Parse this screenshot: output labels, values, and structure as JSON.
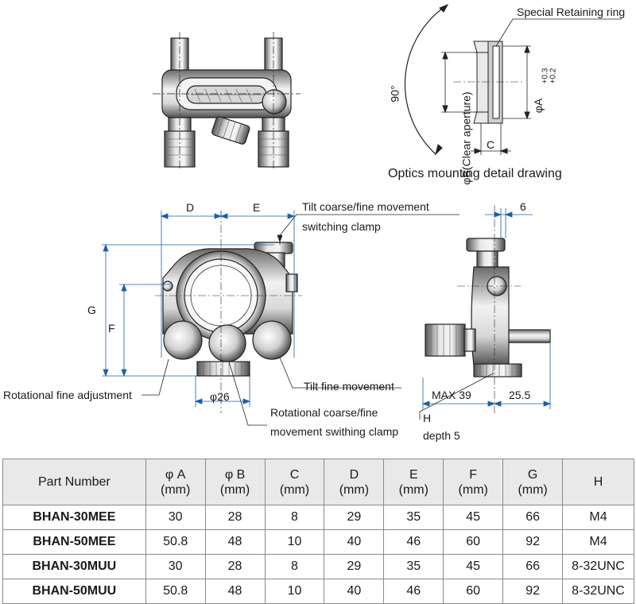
{
  "labels": {
    "special_retaining_ring": "Special Retaining ring",
    "angle_90": "90°",
    "clear_aperture": "φB(Clear aperture)",
    "phi_a": "φA",
    "phi_a_tol_plus": "+0.3",
    "phi_a_tol_minus": "+0.2",
    "c": "C",
    "optics_caption": "Optics mounting detail drawing",
    "d": "D",
    "e": "E",
    "g": "G",
    "f": "F",
    "tilt_coarse_fine_1": "Tilt coarse/fine movement",
    "tilt_coarse_fine_2": "switching clamp",
    "six": "6",
    "rotational_fine": "Rotational fine adjustment",
    "phi_26": "φ26",
    "tilt_fine": "Tilt fine movement",
    "rot_coarse_1": "Rotational coarse/fine",
    "rot_coarse_2": "movement swithing clamp",
    "max39": "MAX 39",
    "dim_25_5": "25.5",
    "h": "H",
    "depth5": "depth 5"
  },
  "table": {
    "headers": {
      "part": "Part Number",
      "a1": "φ A",
      "a2": "(mm)",
      "b1": "φ B",
      "b2": "(mm)",
      "c1": "C",
      "c2": "(mm)",
      "d1": "D",
      "d2": "(mm)",
      "e1": "E",
      "e2": "(mm)",
      "f1": "F",
      "f2": "(mm)",
      "g1": "G",
      "g2": "(mm)",
      "h": "H"
    },
    "rows": [
      {
        "part": "BHAN-30MEE",
        "a": "30",
        "b": "28",
        "c": "8",
        "d": "29",
        "e": "35",
        "f": "45",
        "g": "66",
        "h": "M4"
      },
      {
        "part": "BHAN-50MEE",
        "a": "50.8",
        "b": "48",
        "c": "10",
        "d": "40",
        "e": "46",
        "f": "60",
        "g": "92",
        "h": "M4"
      },
      {
        "part": "BHAN-30MUU",
        "a": "30",
        "b": "28",
        "c": "8",
        "d": "29",
        "e": "35",
        "f": "45",
        "g": "66",
        "h": "8-32UNC"
      },
      {
        "part": "BHAN-50MUU",
        "a": "50.8",
        "b": "48",
        "c": "10",
        "d": "40",
        "e": "46",
        "f": "60",
        "g": "92",
        "h": "8-32UNC"
      }
    ]
  }
}
